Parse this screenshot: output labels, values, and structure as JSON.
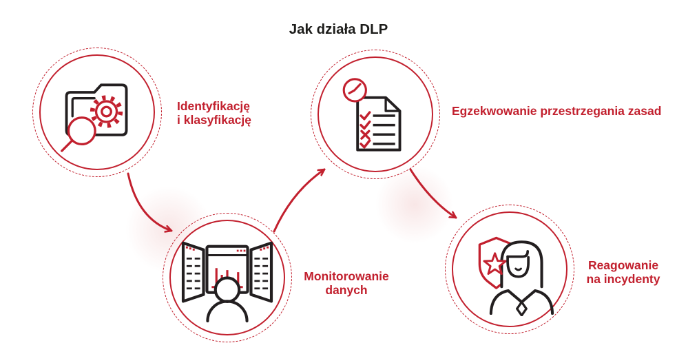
{
  "title": "Jak działa DLP",
  "colors": {
    "accent_red": "#c2202e",
    "icon_stroke_black": "#231f20",
    "title_text": "#1d1d1b"
  },
  "diagram": {
    "steps": [
      {
        "label_line1": "Identyfikację",
        "label_line2": "i klasyfikację",
        "icon": "folder-search-gear-icon"
      },
      {
        "label_line1": "Monitorowanie",
        "label_line2": "danych",
        "icon": "monitors-person-icon"
      },
      {
        "label_line1": "Egzekwowanie przestrzegania zasad",
        "label_line2": "",
        "icon": "checklist-clock-icon"
      },
      {
        "label_line1": "Reagowanie",
        "label_line2": "na incydenty",
        "icon": "shield-star-person-icon"
      }
    ],
    "arrows": [
      {
        "from": 1,
        "to": 2
      },
      {
        "from": 2,
        "to": 3
      },
      {
        "from": 3,
        "to": 4
      }
    ]
  }
}
